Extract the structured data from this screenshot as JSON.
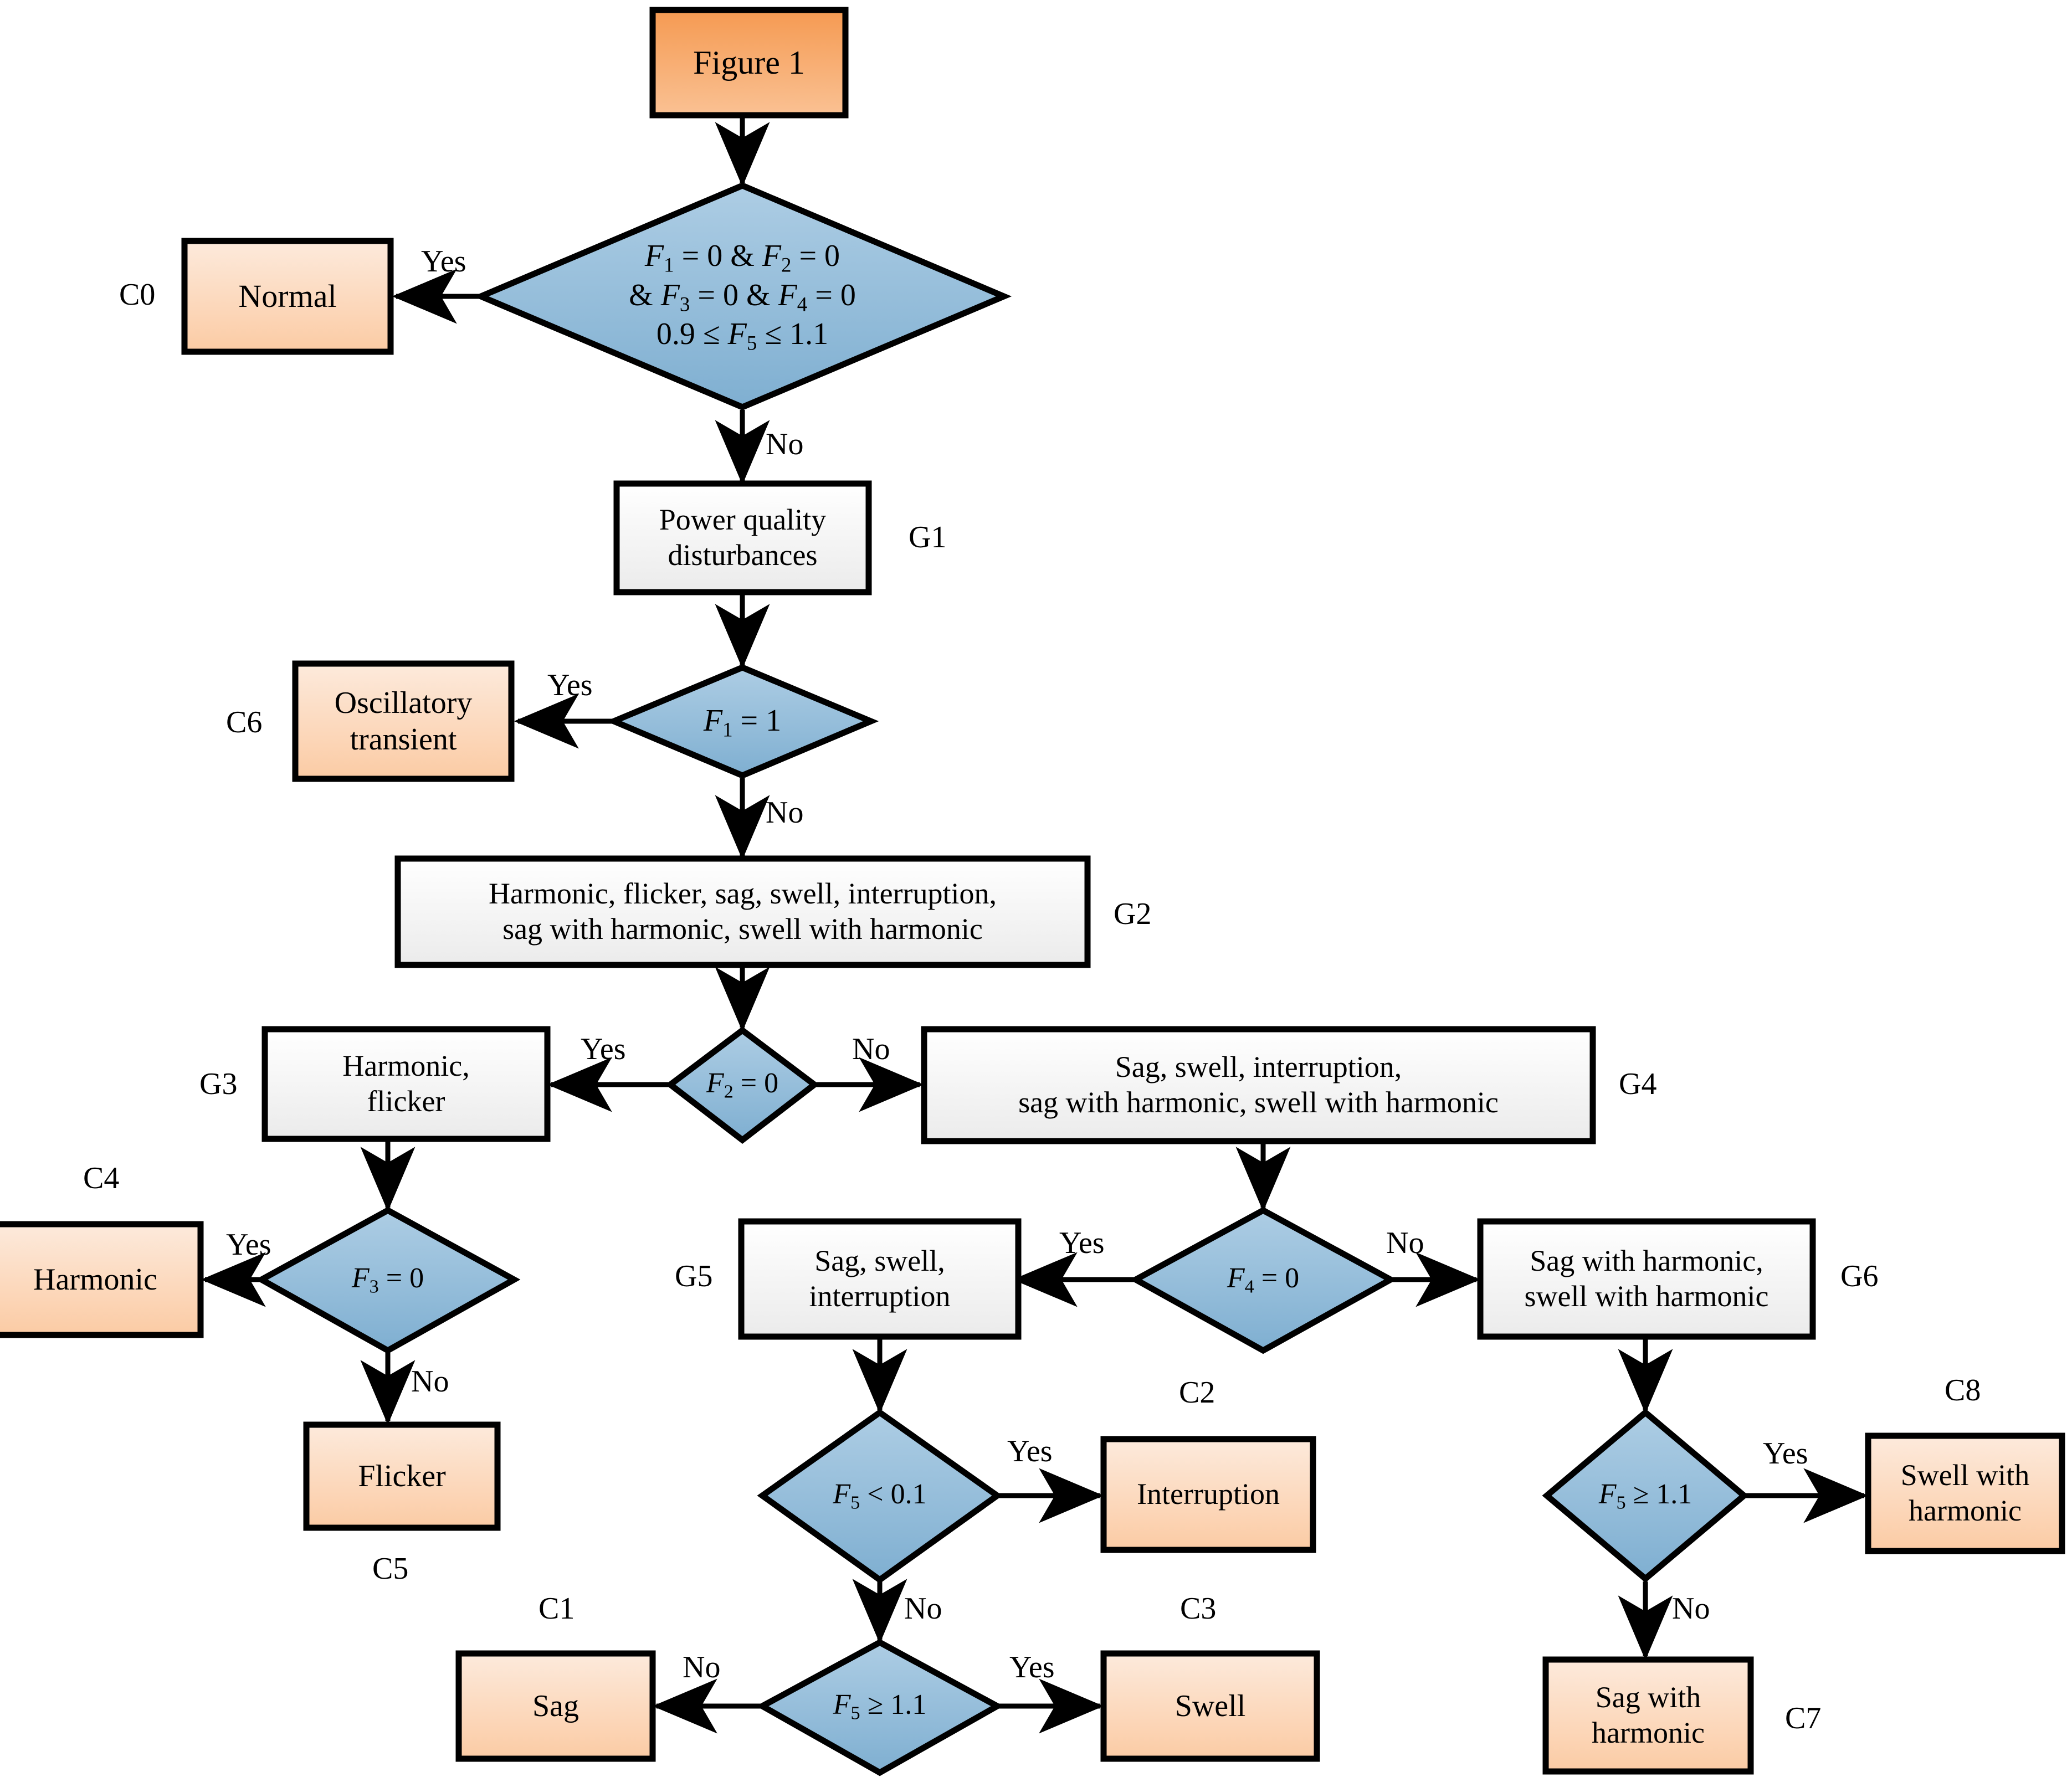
{
  "figure": {
    "title": "Figure 1",
    "colors": {
      "decision_fill_top": "#A9CBE3",
      "decision_fill_bottom": "#7FB0D2",
      "terminal_fill_top": "#FDE8DA",
      "terminal_fill_bottom": "#FBCFAC",
      "group_fill_top": "#FFFFFF",
      "group_fill_bottom": "#EDEDED",
      "start_fill_top": "#F7A867",
      "start_fill_bottom": "#F9B77F",
      "stroke": "#000000",
      "background": "#FFFFFF"
    }
  },
  "nodes": {
    "start": {
      "label": "Figure 1"
    },
    "d0": {
      "line1_a": "F",
      "line1_sub": "1",
      "line1_b": " = 0 & ",
      "line1_c": "F",
      "line1_sub2": "2",
      "line1_d": " = 0",
      "text_line1": "F1 = 0 & F2 = 0",
      "text_line2": "& F3 = 0 & F4 = 0",
      "text_line3": "0.9 ≤ F5 ≤ 1.1"
    },
    "c0": {
      "label": "Normal",
      "tag": "C0"
    },
    "g1": {
      "line1": "Power quality",
      "line2": "disturbances",
      "tag": "G1"
    },
    "d1": {
      "text": "F1 = 1"
    },
    "c6": {
      "line1": "Oscillatory",
      "line2": "transient",
      "tag": "C6"
    },
    "g2": {
      "line1": "Harmonic, flicker, sag, swell, interruption,",
      "line2": "sag with harmonic, swell with harmonic",
      "tag": "G2"
    },
    "d2": {
      "text": "F2 = 0"
    },
    "g3": {
      "line1": "Harmonic,",
      "line2": "flicker",
      "tag": "G3"
    },
    "g4": {
      "line1": "Sag, swell, interruption,",
      "line2": "sag with harmonic, swell with harmonic",
      "tag": "G4"
    },
    "d3": {
      "text": "F3 = 0"
    },
    "c4": {
      "label": "Harmonic",
      "tag": "C4"
    },
    "c5": {
      "label": "Flicker",
      "tag": "C5"
    },
    "d4": {
      "text": "F4 = 0"
    },
    "g5": {
      "line1": "Sag, swell,",
      "line2": "interruption",
      "tag": "G5"
    },
    "g6": {
      "line1": "Sag with harmonic,",
      "line2": "swell with harmonic",
      "tag": "G6"
    },
    "d5": {
      "text": "F5 < 0.1"
    },
    "c2": {
      "label": "Interruption",
      "tag": "C2"
    },
    "d6": {
      "text": "F5 ≥ 1.1"
    },
    "c1": {
      "label": "Sag",
      "tag": "C1"
    },
    "c3": {
      "label": "Swell",
      "tag": "C3"
    },
    "d7": {
      "text": "F5 ≥ 1.1"
    },
    "c8": {
      "line1": "Swell with",
      "line2": "harmonic",
      "tag": "C8"
    },
    "c7": {
      "line1": "Sag with",
      "line2": "harmonic",
      "tag": "C7"
    }
  },
  "edge_labels": {
    "yes": "Yes",
    "no": "No",
    "d0_yes": "Yes",
    "d0_no": "No",
    "d1_yes": "Yes",
    "d1_no": "No",
    "d2_yes": "Yes",
    "d2_no": "No",
    "d3_yes": "Yes",
    "d3_no": "No",
    "d4_yes": "Yes",
    "d4_no": "No",
    "d5_yes": "Yes",
    "d5_no": "No",
    "d6_yes": "Yes",
    "d6_no": "No",
    "d7_yes": "Yes",
    "d7_no": "No"
  }
}
